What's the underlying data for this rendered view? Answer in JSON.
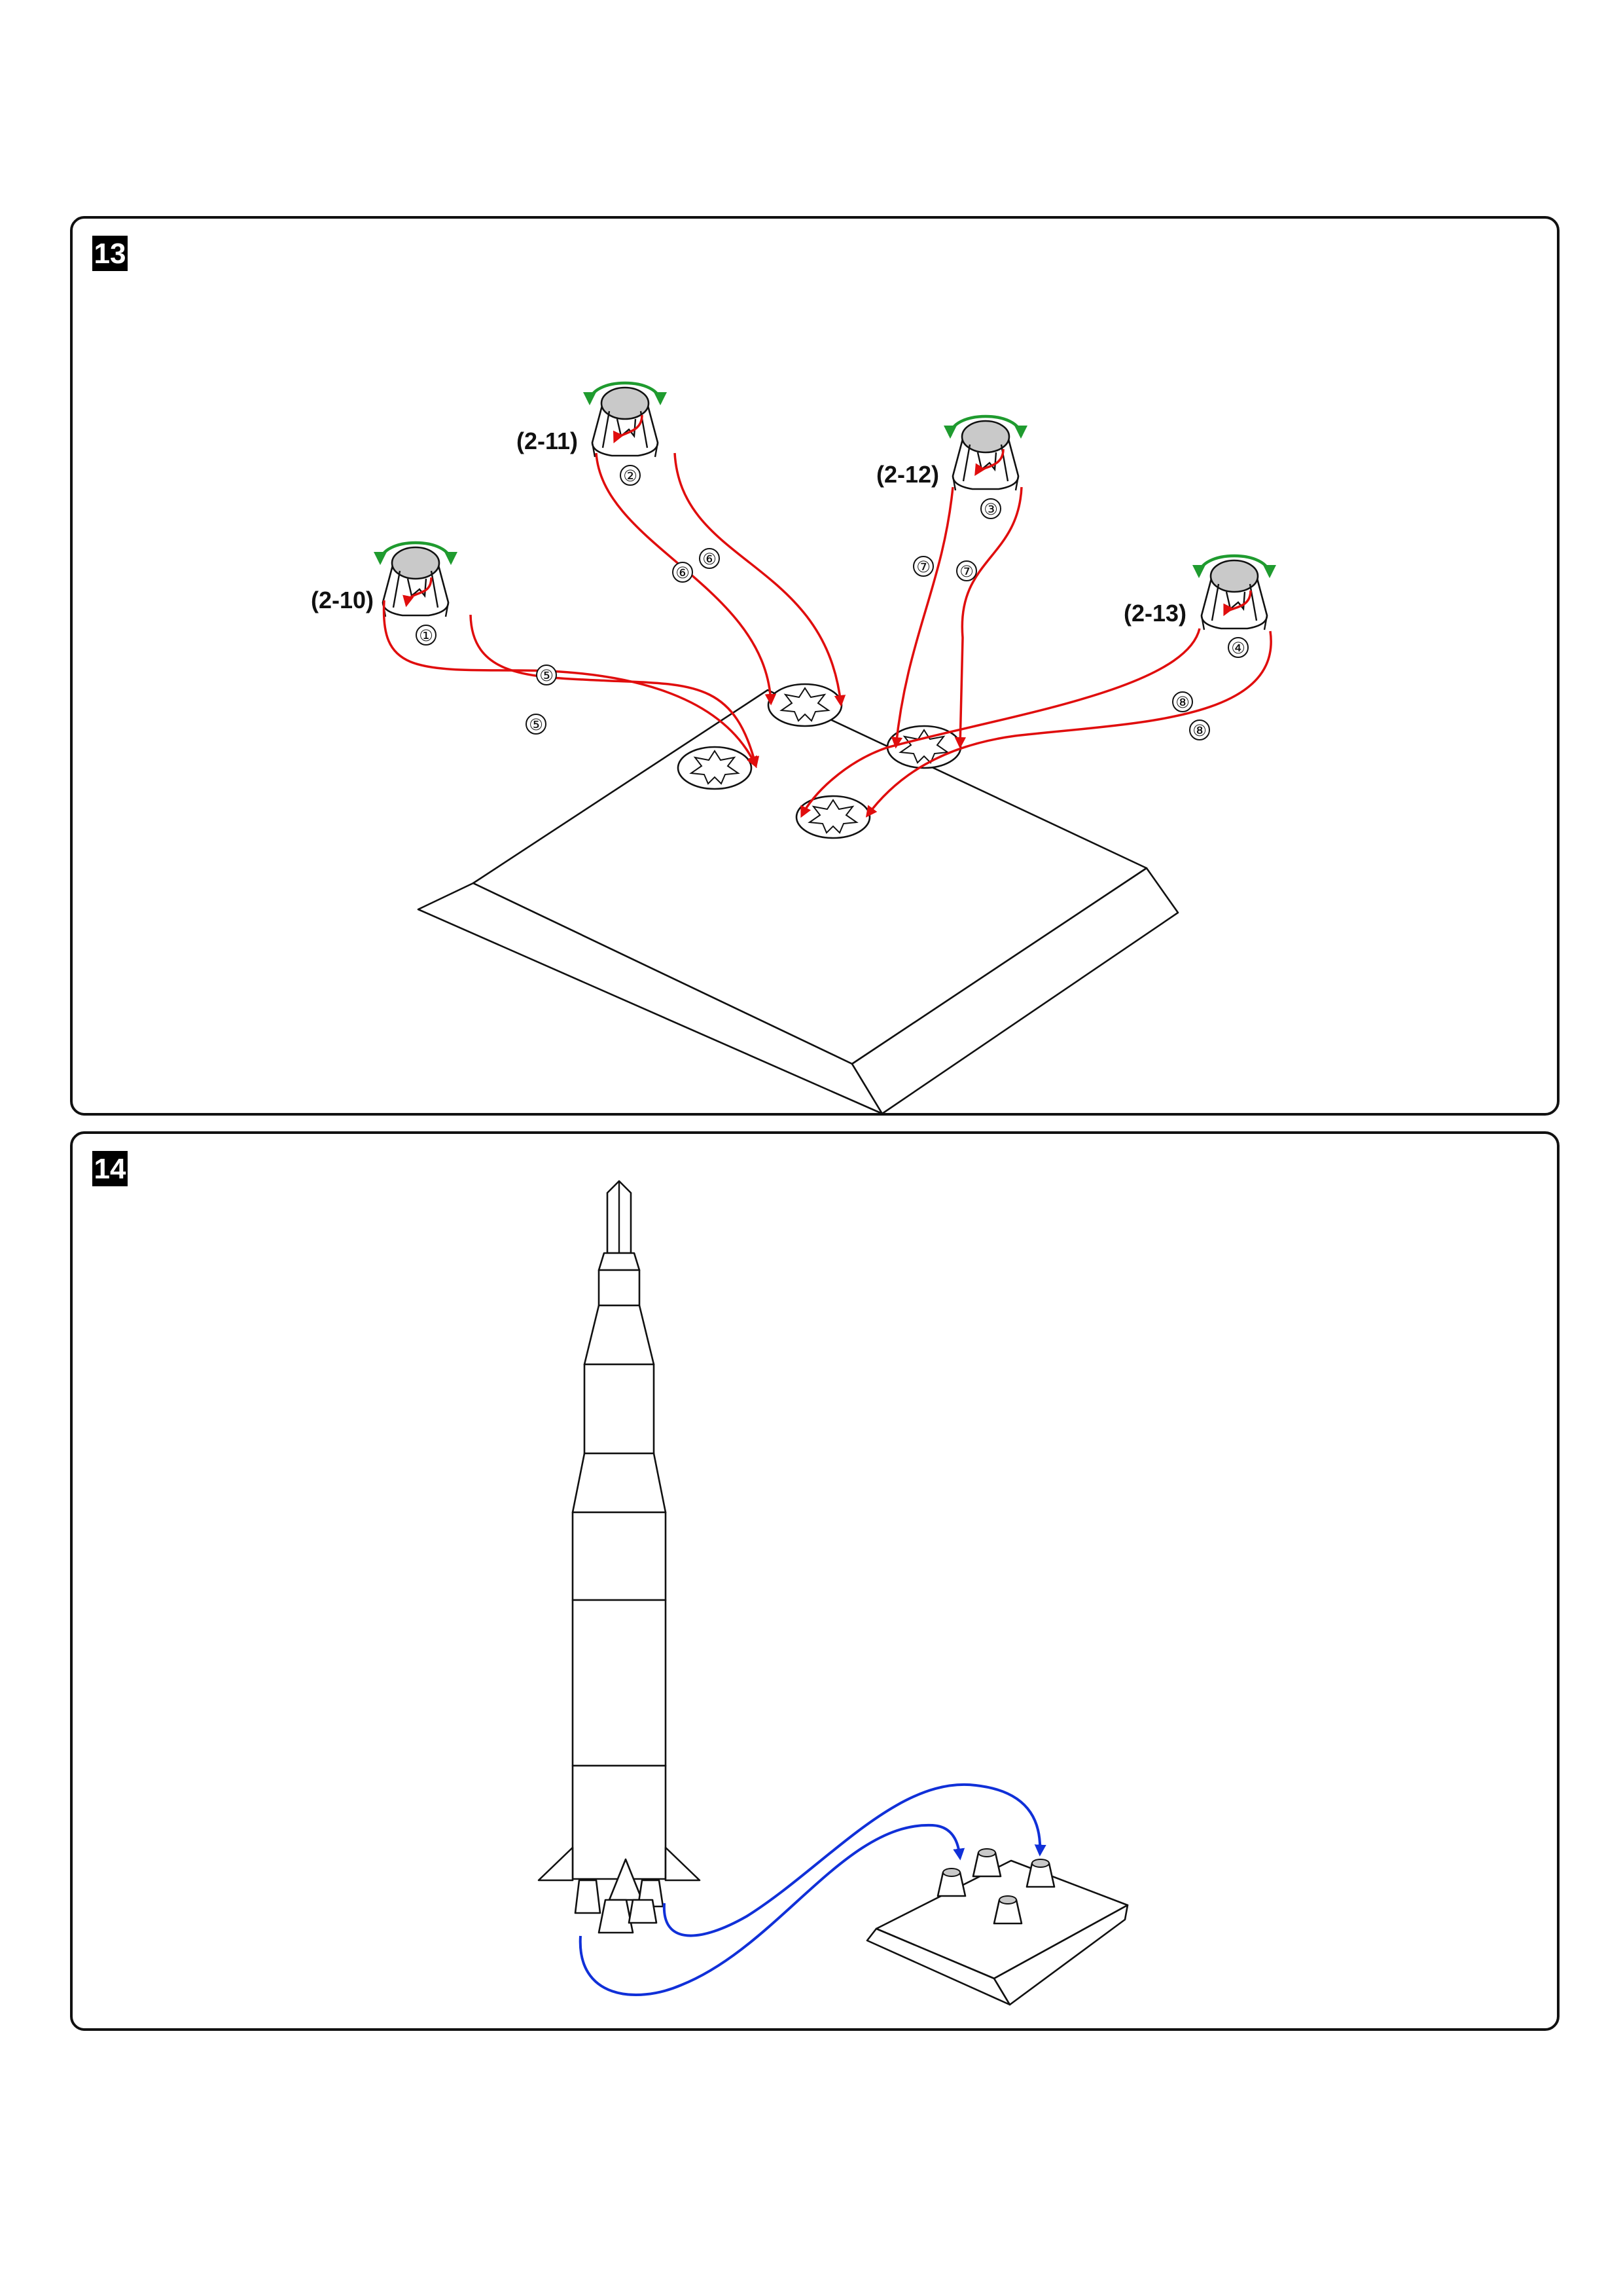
{
  "steps": [
    {
      "number": "13",
      "parts": [
        {
          "id": "p10",
          "label": "(2-10)"
        },
        {
          "id": "p11",
          "label": "(2-11)"
        },
        {
          "id": "p12",
          "label": "(2-12)"
        },
        {
          "id": "p13",
          "label": "(2-13)"
        }
      ],
      "callouts": [
        "①",
        "②",
        "③",
        "④",
        "⑤",
        "⑤",
        "⑥",
        "⑥",
        "⑦",
        "⑦",
        "⑧",
        "⑧"
      ]
    },
    {
      "number": "14"
    }
  ],
  "colors": {
    "insert_arrows": "#e00d0d",
    "rotate_arrows": "#1f9b2f",
    "assembly_arrows": "#1030d8",
    "outline": "#111111",
    "shaded_part": "#c9c9c9"
  },
  "icons": [
    "engine-nozzle-part-icon",
    "display-base-icon",
    "star-slot-icon",
    "rocket-icon",
    "rotate-arrow-icon",
    "insert-arrow-icon"
  ]
}
